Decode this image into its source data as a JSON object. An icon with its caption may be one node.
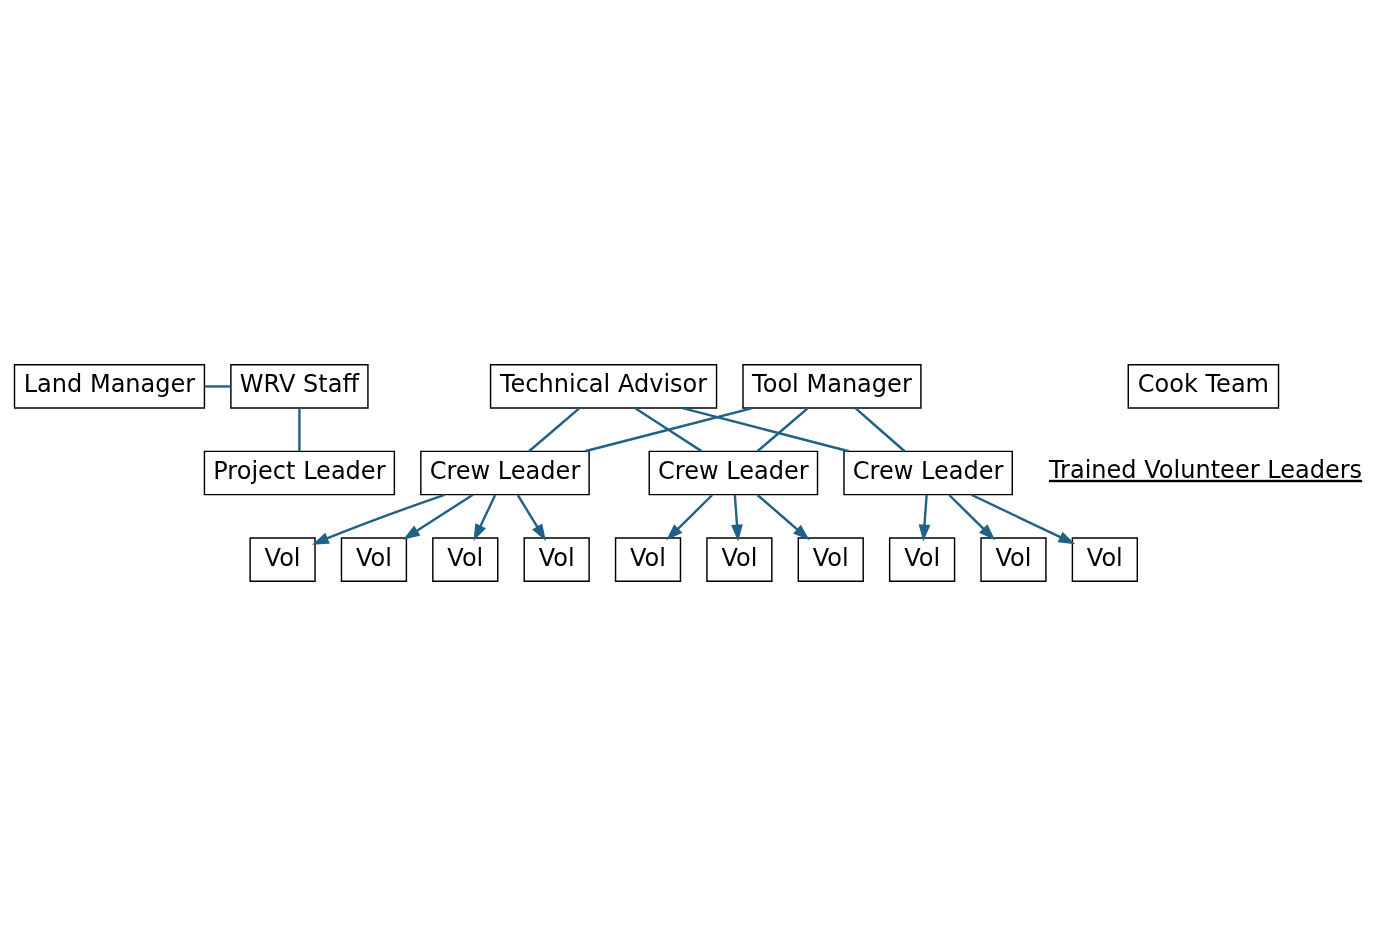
{
  "diagram": {
    "nodes": [
      {
        "text": [
          "Land Manager"
        ]
      },
      {
        "text": [
          "WRV Staff"
        ]
      },
      {
        "text": [
          "Project Leader"
        ]
      },
      {
        "text": [
          "Technical Advisor"
        ]
      },
      {
        "text": [
          "Tool Manager"
        ]
      },
      {
        "text": [
          "Cook Team"
        ]
      },
      {
        "text": [
          "Crew Leader"
        ]
      },
      {
        "text": [
          "Crew Leader"
        ]
      },
      {
        "text": [
          "Crew Leader"
        ]
      },
      {
        "text": [
          "Vol"
        ]
      },
      {
        "text": [
          "Vol"
        ]
      },
      {
        "text": [
          "Vol"
        ]
      },
      {
        "text": [
          "Vol"
        ]
      },
      {
        "text": [
          "Vol"
        ]
      },
      {
        "text": [
          "Vol"
        ]
      },
      {
        "text": [
          "Vol"
        ]
      },
      {
        "text": [
          "Vol"
        ]
      },
      {
        "text": [
          "Vol"
        ]
      },
      {
        "text": [
          "Vol"
        ]
      }
    ],
    "edges": [
      {
        "from": 0,
        "to": 1,
        "arrow": "none"
      },
      {
        "from": 1,
        "to": 2,
        "arrow": "none"
      },
      {
        "from": 3,
        "to": 6,
        "arrow": "none"
      },
      {
        "from": 3,
        "to": 7,
        "arrow": "none"
      },
      {
        "from": 3,
        "to": 8,
        "arrow": "none"
      },
      {
        "from": 4,
        "to": 6,
        "arrow": "none"
      },
      {
        "from": 4,
        "to": 7,
        "arrow": "none"
      },
      {
        "from": 4,
        "to": 8,
        "arrow": "none"
      },
      {
        "from": 6,
        "to": 9,
        "arrow": "to"
      },
      {
        "from": 6,
        "to": 10,
        "arrow": "to"
      },
      {
        "from": 6,
        "to": 11,
        "arrow": "to"
      },
      {
        "from": 6,
        "to": 12,
        "arrow": "to"
      },
      {
        "from": 7,
        "to": 13,
        "arrow": "to"
      },
      {
        "from": 7,
        "to": 14,
        "arrow": "to"
      },
      {
        "from": 7,
        "to": 15,
        "arrow": "to"
      },
      {
        "from": 8,
        "to": 16,
        "arrow": "to"
      },
      {
        "from": 8,
        "to": 17,
        "arrow": "to"
      },
      {
        "from": 8,
        "to": 18,
        "arrow": "to"
      }
    ],
    "labels": [
      "Trained Volunteer Leaders"
    ]
  }
}
